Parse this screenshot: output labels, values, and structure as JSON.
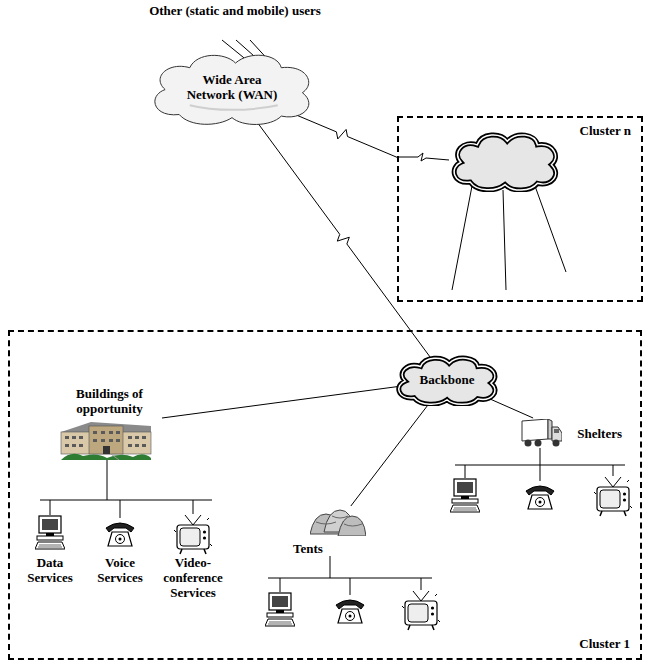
{
  "diagram": {
    "nodes": [
      {
        "text": [
          "Wide Area Network (WAN)"
        ]
      },
      {
        "text": [
          "Cluster n"
        ]
      },
      {
        "text": [
          "Cluster 1"
        ]
      },
      {
        "text": [
          "Backbone"
        ],
        "in": 2
      },
      {
        "text": [
          "Buildings of opportunity"
        ],
        "in": 2
      },
      {
        "text": [
          "Tents"
        ],
        "in": 2
      },
      {
        "text": [
          "Shelters"
        ],
        "in": 2
      }
    ],
    "edges": [
      {
        "from": 0,
        "to": 3,
        "arrow": "none"
      },
      {
        "from": 0,
        "to": 1,
        "arrow": "none"
      },
      {
        "from": 3,
        "to": 4,
        "arrow": "none"
      },
      {
        "from": 3,
        "to": 5,
        "arrow": "none"
      },
      {
        "from": 3,
        "to": 6,
        "arrow": "none"
      }
    ],
    "labels": [
      "Other (static and mobile) users",
      "Data Services",
      "Voice Services",
      "Video-conference Services"
    ]
  }
}
